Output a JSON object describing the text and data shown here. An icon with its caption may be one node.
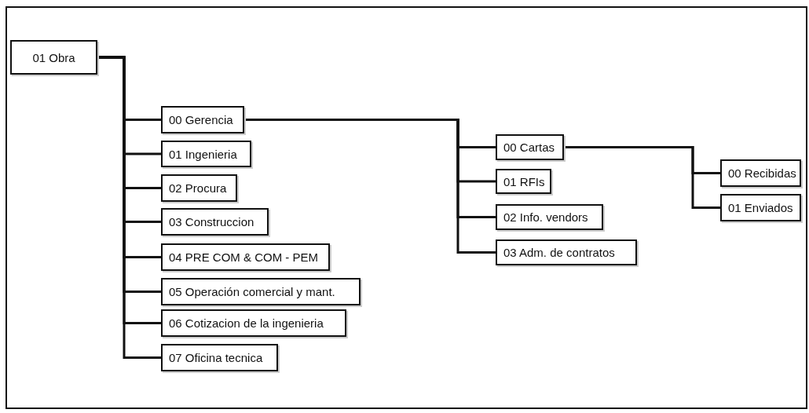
{
  "diagram": {
    "nodes": [
      {
        "text": [
          "01 Obra"
        ]
      },
      {
        "text": [
          "00 Gerencia"
        ]
      },
      {
        "text": [
          "01 Ingenieria"
        ]
      },
      {
        "text": [
          "02 Procura"
        ]
      },
      {
        "text": [
          "03 Construccion"
        ]
      },
      {
        "text": [
          "04 PRE COM & COM - PEM"
        ]
      },
      {
        "text": [
          "05 Operación comercial y mant."
        ]
      },
      {
        "text": [
          "06 Cotizacion de la ingenieria"
        ]
      },
      {
        "text": [
          "07 Oficina tecnica"
        ]
      },
      {
        "text": [
          "00 Cartas"
        ]
      },
      {
        "text": [
          "01 RFIs"
        ]
      },
      {
        "text": [
          "02 Info. vendors"
        ]
      },
      {
        "text": [
          "03 Adm. de contratos"
        ]
      },
      {
        "text": [
          "00 Recibidas"
        ]
      },
      {
        "text": [
          "01 Enviados"
        ]
      }
    ],
    "edges": [
      {
        "from": 0,
        "to": 1,
        "arrow": "none"
      },
      {
        "from": 0,
        "to": 2,
        "arrow": "none"
      },
      {
        "from": 0,
        "to": 3,
        "arrow": "none"
      },
      {
        "from": 0,
        "to": 4,
        "arrow": "none"
      },
      {
        "from": 0,
        "to": 5,
        "arrow": "none"
      },
      {
        "from": 0,
        "to": 6,
        "arrow": "none"
      },
      {
        "from": 0,
        "to": 7,
        "arrow": "none"
      },
      {
        "from": 0,
        "to": 8,
        "arrow": "none"
      },
      {
        "from": 1,
        "to": 9,
        "arrow": "none"
      },
      {
        "from": 1,
        "to": 10,
        "arrow": "none"
      },
      {
        "from": 1,
        "to": 11,
        "arrow": "none"
      },
      {
        "from": 1,
        "to": 12,
        "arrow": "none"
      },
      {
        "from": 9,
        "to": 13,
        "arrow": "none"
      },
      {
        "from": 9,
        "to": 14,
        "arrow": "none"
      }
    ]
  }
}
